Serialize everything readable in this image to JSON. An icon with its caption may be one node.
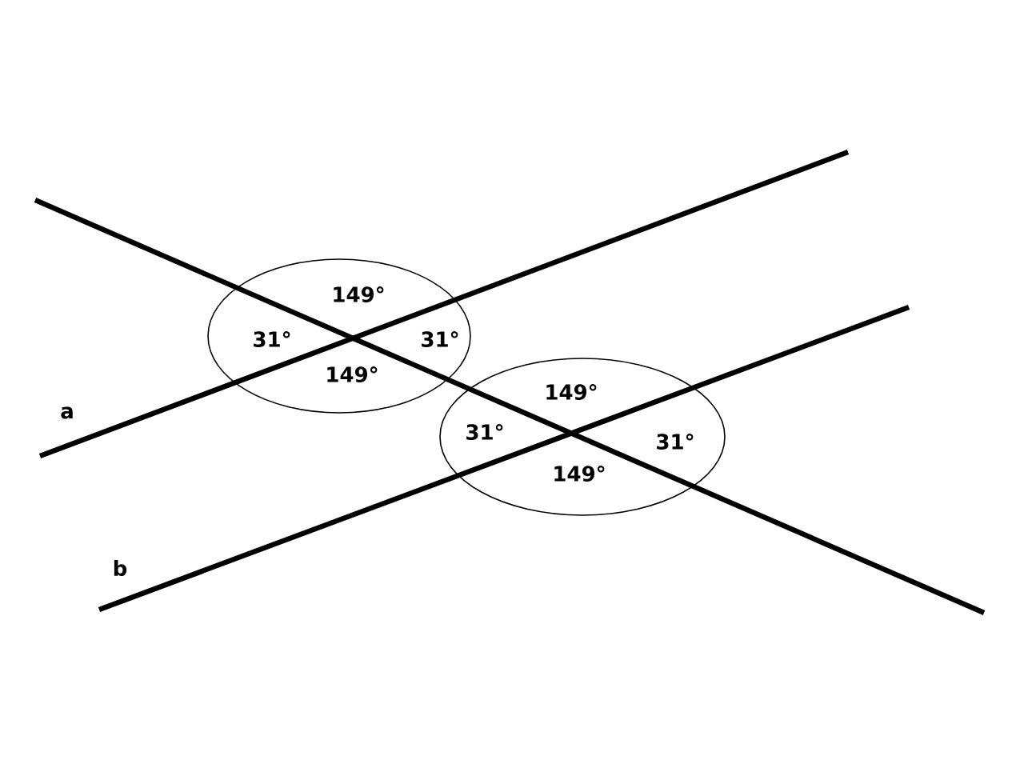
{
  "diagram": {
    "labels": [
      "149°",
      "31°",
      "31°",
      "149°",
      "149°",
      "a",
      "31°",
      "31°",
      "149°",
      "b"
    ]
  }
}
